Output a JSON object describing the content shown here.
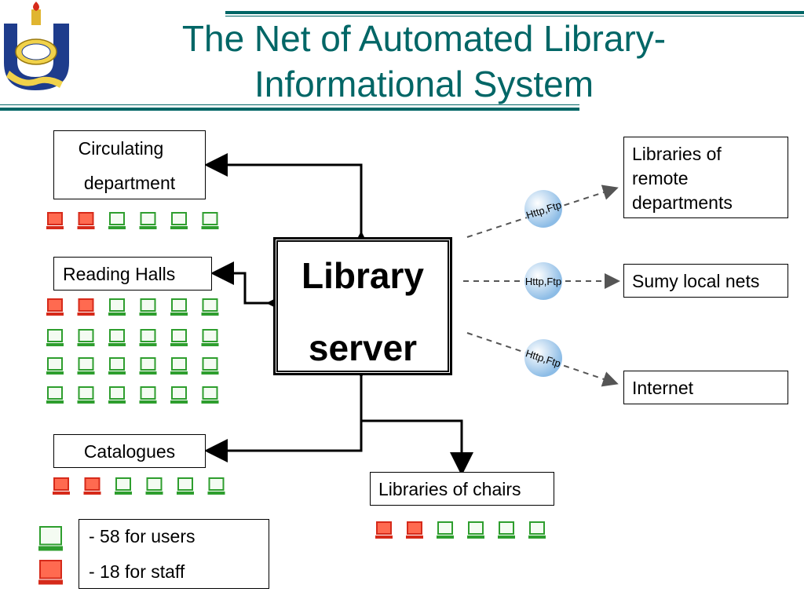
{
  "title": "The Net of Automated Library-Informational System",
  "server": {
    "line1": "Library",
    "line2": "server"
  },
  "nodes": {
    "circulating": {
      "line1": "Circulating",
      "line2": "department"
    },
    "reading": "Reading Halls",
    "catalogues": "Catalogues",
    "chairs": "Libraries of chairs",
    "remote": {
      "line1": "Libraries of",
      "line2": "remote",
      "line3": "departments"
    },
    "sumy": "Sumy local nets",
    "internet": "Internet"
  },
  "protocol_label": "Http,Ftp",
  "legend": {
    "users": "- 58 for users",
    "staff": "- 18 for staff"
  },
  "colors": {
    "accent": "#006666",
    "user_pc": "#2e9e2e",
    "staff_pc": "#d62a1a",
    "globe": "#9fc6ea"
  },
  "computer_groups": {
    "circulating": {
      "staff": 2,
      "users": 4
    },
    "reading": {
      "staff": 2,
      "users": 22
    },
    "catalogues": {
      "staff": 2,
      "users": 4
    },
    "chairs": {
      "staff": 2,
      "users": 4
    }
  }
}
